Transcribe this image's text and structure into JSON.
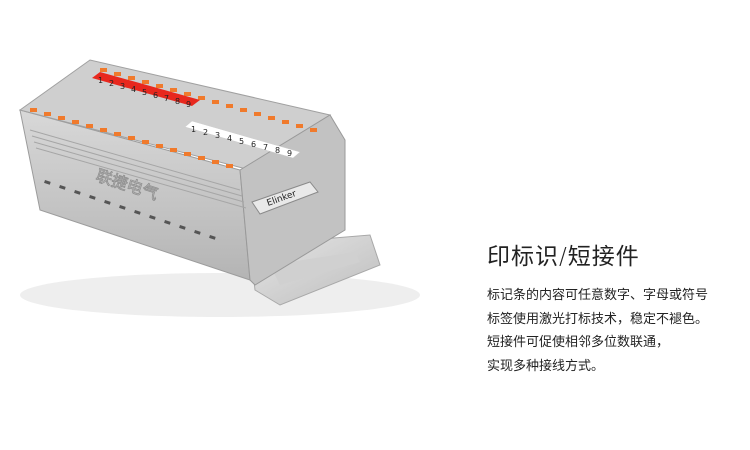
{
  "heading": {
    "title": "印标识/短接件"
  },
  "description": {
    "lines": [
      "标记条的内容可任意数字、字母或符号",
      "标签使用激光打标技术，稳定不褪色。",
      "短接件可促使相邻多位数联通，",
      "实现多种接线方式。"
    ]
  },
  "product_image": {
    "alt": "terminal block assembly with marker strips and jumper",
    "red_marker_digits": [
      "1",
      "2",
      "3",
      "4",
      "5",
      "6",
      "7",
      "8",
      "9"
    ],
    "white_marker_digits": [
      "1",
      "2",
      "3",
      "4",
      "5",
      "6",
      "7",
      "8",
      "9"
    ],
    "jumper_label": "Elinker",
    "body_logo": "联捷电气",
    "colors": {
      "housing": "#c9c9c9",
      "orange_levers": "#f07a2c",
      "red_marker": "#e8281e",
      "white_marker": "#ffffff"
    }
  }
}
